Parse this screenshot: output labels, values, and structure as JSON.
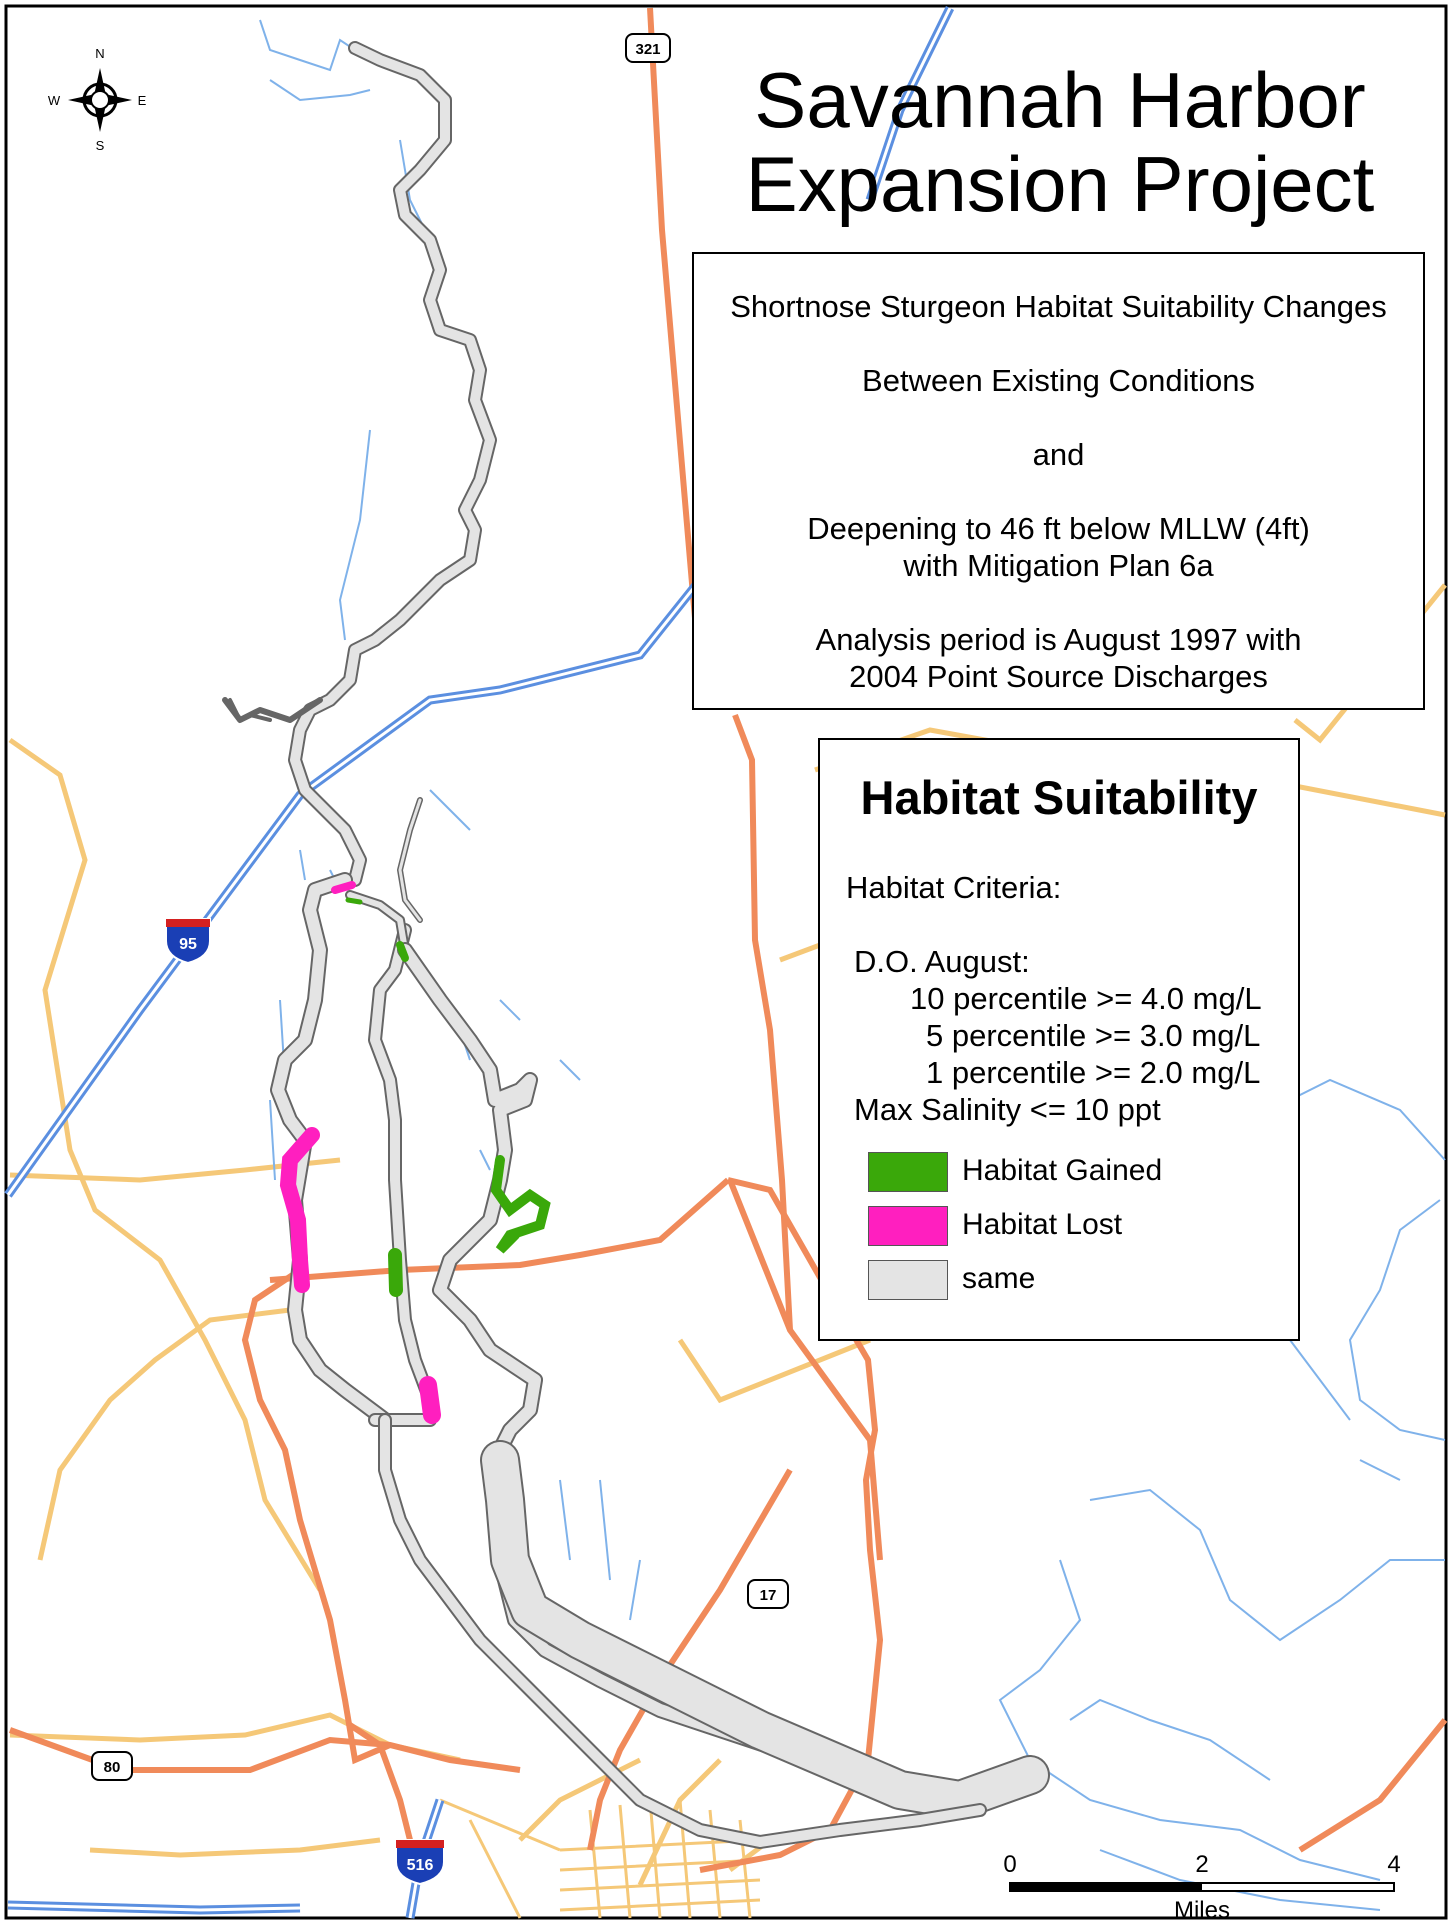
{
  "title": {
    "line1": "Savannah Harbor",
    "line2": "Expansion Project"
  },
  "info_box": {
    "line1": "Shortnose Sturgeon Habitat Suitability Changes",
    "line2": "Between Existing Conditions",
    "line3": "and",
    "line4a": "Deepening to 46 ft below MLLW (4ft)",
    "line4b": "with Mitigation Plan 6a",
    "line5a": "Analysis period is August 1997 with",
    "line5b": "2004 Point Source Discharges"
  },
  "legend": {
    "heading": "Habitat Suitability",
    "criteria_label": "Habitat Criteria:",
    "do_label": "D.O. August:",
    "do_10": "10 percentile >= 4.0 mg/L",
    "do_5": "5 percentile >= 3.0 mg/L",
    "do_1": "1 percentile >= 2.0 mg/L",
    "salinity": "Max Salinity <=  10 ppt",
    "items": [
      {
        "label": "Habitat Gained",
        "color": "#3aa80a"
      },
      {
        "label": "Habitat Lost",
        "color": "#ff1fbf"
      },
      {
        "label": "same",
        "color": "#e4e4e4"
      }
    ]
  },
  "compass": {
    "n": "N",
    "s": "S",
    "e": "E",
    "w": "W"
  },
  "shields": {
    "i95": "95",
    "i516": "516",
    "us321": "321",
    "us17": "17",
    "us80": "80"
  },
  "scale_bar": {
    "tick0": "0",
    "tick1": "2",
    "tick2": "4",
    "unit": "Miles"
  },
  "colors": {
    "major_road": "#f08a5a",
    "minor_road": "#f5c878",
    "interstate": "#5b8fe0",
    "water": "#7fb2ea",
    "river_fill": "#e4e4e4"
  }
}
